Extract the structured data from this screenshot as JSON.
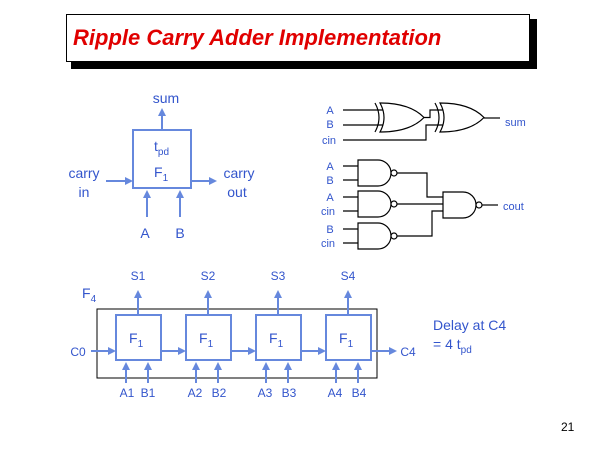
{
  "title": "Ripple Carry Adder Implementation",
  "page_number": "21",
  "block": {
    "output_label": "sum",
    "delay_label": "t",
    "delay_sub": "pd",
    "function_label": "F",
    "function_sub": "1",
    "left_label_1": "carry",
    "left_label_2": "in",
    "right_label_1": "carry",
    "right_label_2": "out",
    "input_a": "A",
    "input_b": "B"
  },
  "sum_circuit": {
    "inputs": [
      "A",
      "B",
      "cin"
    ],
    "output": "sum"
  },
  "carry_circuit": {
    "inputs": [
      "A",
      "B",
      "A",
      "cin",
      "B",
      "cin"
    ],
    "output": "cout"
  },
  "ripple": {
    "outer_label": "F",
    "outer_sub": "4",
    "carry_in": "C0",
    "carry_out": "C4",
    "stages": [
      {
        "sum": "S1",
        "func": "F",
        "sub": "1",
        "a": "A1",
        "b": "B1"
      },
      {
        "sum": "S2",
        "func": "F",
        "sub": "1",
        "a": "A2",
        "b": "B2"
      },
      {
        "sum": "S3",
        "func": "F",
        "sub": "1",
        "a": "A3",
        "b": "B3"
      },
      {
        "sum": "S4",
        "func": "F",
        "sub": "1",
        "a": "A4",
        "b": "B4"
      }
    ]
  },
  "delay_note": {
    "line1": "Delay at C4",
    "line2_prefix": "= 4 t",
    "line2_sub": "pd"
  }
}
